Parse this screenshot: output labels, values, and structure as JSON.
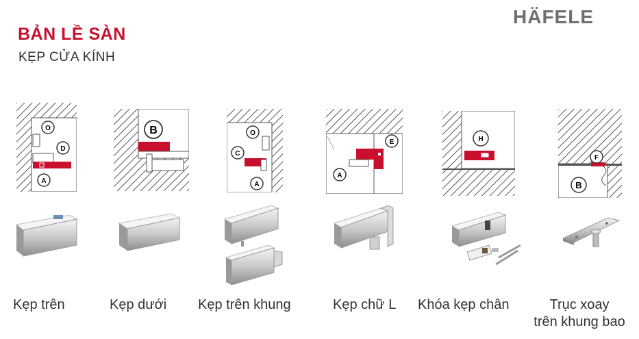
{
  "brand": {
    "logo_text": "HÄFELE"
  },
  "header": {
    "title": "BẢN LỀ SÀN",
    "subtitle": "KẸP CỬA KÍNH"
  },
  "items": [
    {
      "label": "Kẹp trên",
      "markers": [
        "O",
        "D",
        "A"
      ]
    },
    {
      "label": "Kẹp dưới",
      "markers": [
        "B"
      ]
    },
    {
      "label": "Kẹp trên khung",
      "markers": [
        "O",
        "C",
        "A"
      ]
    },
    {
      "label": "Kẹp chữ L",
      "markers": [
        "E",
        "A"
      ]
    },
    {
      "label": "Khóa kẹp chân",
      "markers": [
        "H"
      ]
    },
    {
      "label": "Trục xoay",
      "label_line2": "trên khung bao",
      "markers": [
        "F",
        "B"
      ]
    }
  ],
  "colors": {
    "accent": "#c8102e",
    "text": "#333333",
    "logo": "#6f6f6f"
  }
}
